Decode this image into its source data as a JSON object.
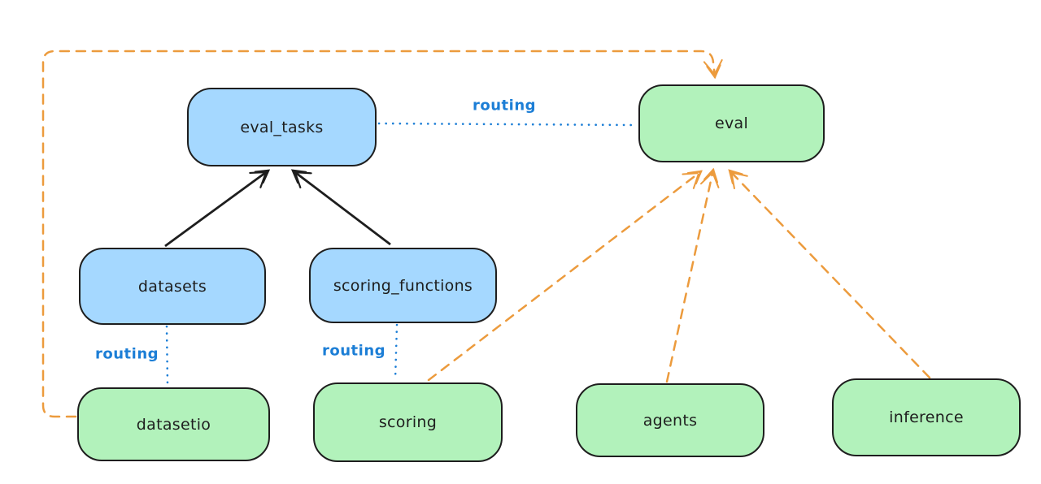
{
  "colors": {
    "background": "#ffffff",
    "blue_node_fill": "#a5d8ff",
    "green_node_fill": "#b2f2bb",
    "node_border": "#1e1e1e",
    "routing_blue": "#1c7ed6",
    "orange_dashed": "#ec9b3d"
  },
  "nodes": {
    "eval_tasks": {
      "label": "eval_tasks"
    },
    "eval": {
      "label": "eval"
    },
    "datasets": {
      "label": "datasets"
    },
    "scoring_functions": {
      "label": "scoring_functions"
    },
    "datasetio": {
      "label": "datasetio"
    },
    "scoring": {
      "label": "scoring"
    },
    "agents": {
      "label": "agents"
    },
    "inference": {
      "label": "inference"
    }
  },
  "edge_labels": {
    "eval_tasks_to_eval": "routing",
    "datasets_to_datasetio": "routing",
    "scoring_functions_to_scoring": "routing"
  }
}
